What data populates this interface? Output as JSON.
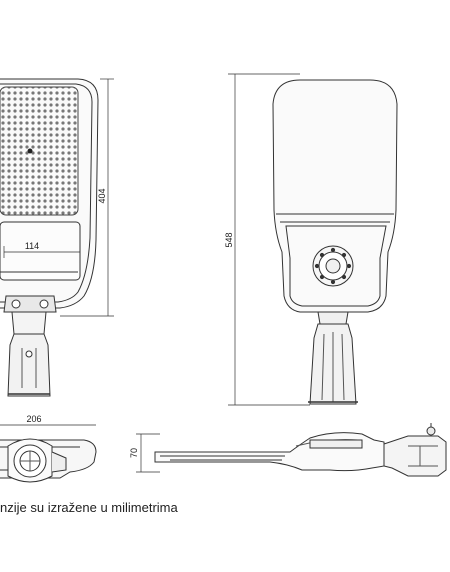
{
  "dimensions": {
    "front_height": "404",
    "panel_width": "114",
    "front_width": "206",
    "back_height": "548",
    "side_height": "70"
  },
  "caption": "nzije su izražene u milimetrima"
}
